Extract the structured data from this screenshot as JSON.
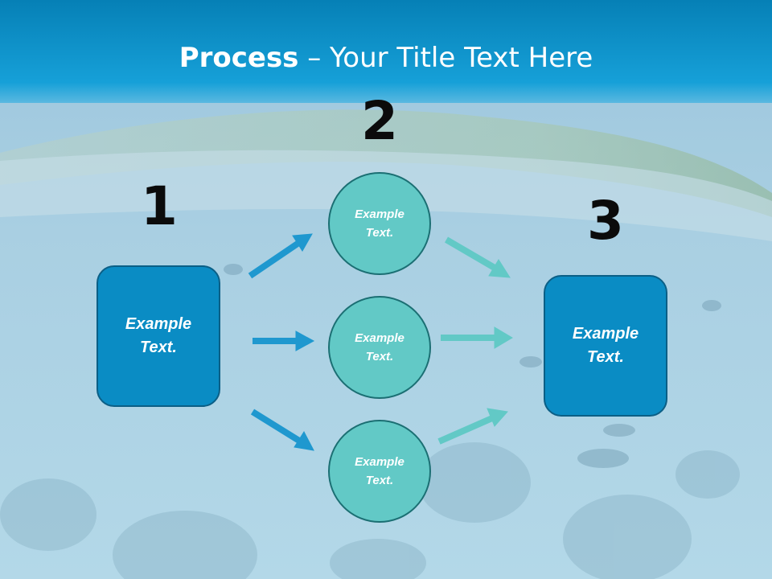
{
  "title": {
    "bold": "Process",
    "rest": " – Your Title Text Here"
  },
  "steps": [
    {
      "number": "1",
      "text": "Example\nText."
    },
    {
      "number": "2",
      "items": [
        "Example\nText.",
        "Example\nText.",
        "Example\nText."
      ]
    },
    {
      "number": "3",
      "text": "Example\nText."
    }
  ],
  "colors": {
    "header": "#0a8cc4",
    "box": "#0a8cc4",
    "circle": "#62c9c6",
    "arrow_in": "#1f98cf",
    "arrow_out": "#62c9c6"
  }
}
